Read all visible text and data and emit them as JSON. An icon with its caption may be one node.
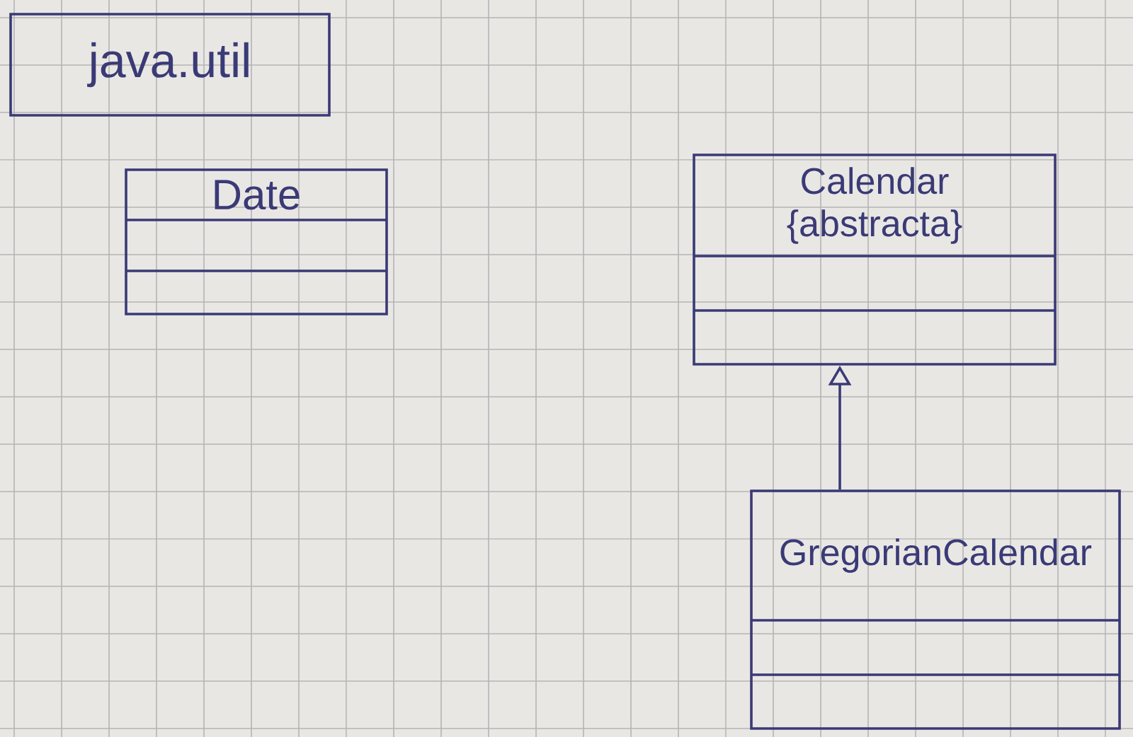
{
  "diagram": {
    "nodes": [
      {
        "text": [
          "java.util"
        ]
      },
      {
        "text": [
          "Date"
        ]
      },
      {
        "text": [
          "Calendar",
          "{abstracta}"
        ]
      },
      {
        "text": [
          "GregorianCalendar"
        ]
      }
    ],
    "edges": [
      {
        "from": 3,
        "to": 2,
        "arrow": "to"
      }
    ]
  }
}
